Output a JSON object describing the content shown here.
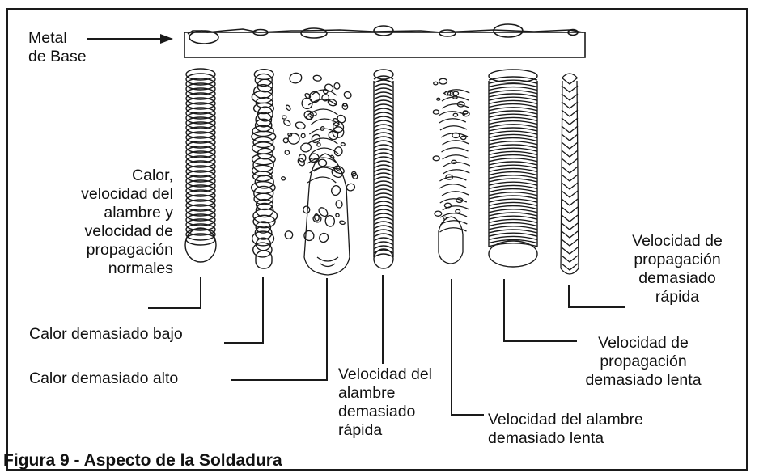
{
  "labels": {
    "base_metal": "Metal\nde Base",
    "normal": "Calor,\nvelocidad del\nalambre y\nvelocidad de\npropagación\nnormales",
    "low_heat": "Calor demasiado bajo",
    "high_heat": "Calor demasiado alto",
    "wire_fast": "Velocidad del\nalambre\ndemasiado\nrápida",
    "wire_slow": "Velocidad del alambre\ndemasiado lenta",
    "travel_slow": "Velocidad de\npropagación\ndemasiado lenta",
    "travel_fast": "Velocidad de\npropagación\ndemasiado\nrápida"
  },
  "caption": "Figura 9 - Aspecto de la Soldadura",
  "colors": {
    "line": "#1a1a1a",
    "background": "#ffffff"
  }
}
